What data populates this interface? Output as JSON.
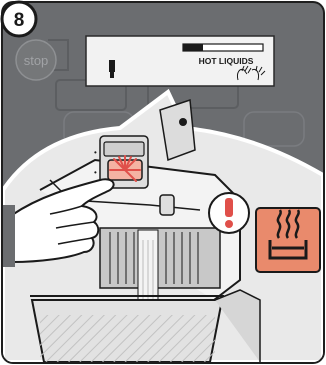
{
  "step": {
    "number": "8"
  },
  "panel": {
    "stop_label": "stop",
    "display": {
      "title": "HOT LIQUIDS",
      "progress": 0.25
    }
  },
  "icons": {
    "warning": "exclamation-warning-icon",
    "hot_surface": "hot-liquid-warning-icon",
    "hands": "hands-icon",
    "blender": "blender-icon"
  },
  "colors": {
    "panel_dark": "#6b6d70",
    "warning_red": "#e0504a",
    "hot_orange": "#e98a6c",
    "outline": "#1a1a1a"
  }
}
